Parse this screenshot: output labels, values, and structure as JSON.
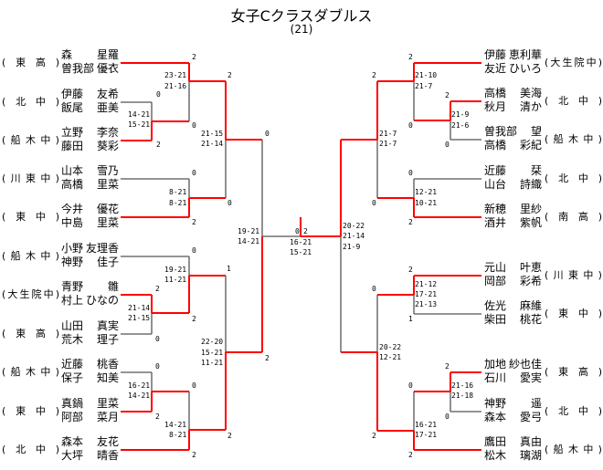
{
  "title": "女子Cクラスダブルス",
  "subtitle": "(21)",
  "colors": {
    "winner_line": "#ff0000",
    "loser_line": "#555555"
  },
  "left_teams": [
    {
      "affiliation": [
        "東",
        "高"
      ],
      "players": [
        [
          "森",
          "星羅"
        ],
        [
          "曽我部",
          "優衣"
        ]
      ]
    },
    {
      "affiliation": [
        "北",
        "中"
      ],
      "players": [
        [
          "伊藤",
          "友希"
        ],
        [
          "飯尾",
          "亜美"
        ]
      ]
    },
    {
      "affiliation": [
        "船",
        "木",
        "中"
      ],
      "players": [
        [
          "立野",
          "李奈"
        ],
        [
          "藤田",
          "葵彩"
        ]
      ]
    },
    {
      "affiliation": [
        "川",
        "東",
        "中"
      ],
      "players": [
        [
          "山本",
          "雪乃"
        ],
        [
          "高橋",
          "里菜"
        ]
      ]
    },
    {
      "affiliation": [
        "東",
        "中"
      ],
      "players": [
        [
          "今井",
          "優花"
        ],
        [
          "中島",
          "里菜"
        ]
      ]
    },
    {
      "affiliation": [
        "船",
        "木",
        "中"
      ],
      "players": [
        [
          "小野",
          "友理香"
        ],
        [
          "神野",
          "佳子"
        ]
      ]
    },
    {
      "affiliation": [
        "大",
        "生",
        "院",
        "中"
      ],
      "players": [
        [
          "青野",
          "雛"
        ],
        [
          "村上",
          "ひなの"
        ]
      ]
    },
    {
      "affiliation": [
        "東",
        "高"
      ],
      "players": [
        [
          "山田",
          "真実"
        ],
        [
          "荒木",
          "理子"
        ]
      ]
    },
    {
      "affiliation": [
        "船",
        "木",
        "中"
      ],
      "players": [
        [
          "近藤",
          "桃香"
        ],
        [
          "保子",
          "知美"
        ]
      ]
    },
    {
      "affiliation": [
        "東",
        "中"
      ],
      "players": [
        [
          "真鍋",
          "里菜"
        ],
        [
          "阿部",
          "菜月"
        ]
      ]
    },
    {
      "affiliation": [
        "北",
        "中"
      ],
      "players": [
        [
          "森本",
          "友花"
        ],
        [
          "大坪",
          "晴香"
        ]
      ]
    }
  ],
  "right_teams": [
    {
      "affiliation": [
        "大",
        "生",
        "院",
        "中"
      ],
      "players": [
        [
          "伊藤",
          "恵利華"
        ],
        [
          "友近",
          "ひいろ"
        ]
      ]
    },
    {
      "affiliation": [
        "北",
        "中"
      ],
      "players": [
        [
          "高橋",
          "美海"
        ],
        [
          "秋月",
          "清か"
        ]
      ]
    },
    {
      "affiliation": [
        "船",
        "木",
        "中"
      ],
      "players": [
        [
          "曽我部",
          "望"
        ],
        [
          "高橋",
          "彩紀"
        ]
      ]
    },
    {
      "affiliation": [
        "北",
        "中"
      ],
      "players": [
        [
          "近藤",
          "栞"
        ],
        [
          "山台",
          "詩織"
        ]
      ]
    },
    {
      "affiliation": [
        "南",
        "高"
      ],
      "players": [
        [
          "新穂",
          "里紗"
        ],
        [
          "酒井",
          "紫帆"
        ]
      ]
    },
    {
      "affiliation": [
        "川",
        "東",
        "中"
      ],
      "players": [
        [
          "元山",
          "叶恵"
        ],
        [
          "岡部",
          "彩希"
        ]
      ]
    },
    {
      "affiliation": [
        "東",
        "中"
      ],
      "players": [
        [
          "佐光",
          "麻維"
        ],
        [
          "柴田",
          "桃花"
        ]
      ]
    },
    {
      "affiliation": [
        "東",
        "高"
      ],
      "players": [
        [
          "加地",
          "紗也佳"
        ],
        [
          "石川",
          "愛実"
        ]
      ]
    },
    {
      "affiliation": [
        "北",
        "中"
      ],
      "players": [
        [
          "神野",
          "遥"
        ],
        [
          "森本",
          "愛弓"
        ]
      ]
    },
    {
      "affiliation": [
        "船",
        "木",
        "中"
      ],
      "players": [
        [
          "鷹田",
          "真由"
        ],
        [
          "松木",
          "璃湖"
        ]
      ]
    }
  ],
  "scores": [
    "2",
    "23-21",
    "21-16",
    "2",
    "0",
    "14-21",
    "15-21",
    "0",
    "2",
    "21-15",
    "21-14",
    "0",
    "0",
    "8-21",
    "8-21",
    "0",
    "2",
    "19-21",
    "14-21",
    "0",
    "19-21",
    "11-21",
    "1",
    "2",
    "21-14",
    "21-15",
    "2",
    "0",
    "22-20",
    "15-21",
    "11-21",
    "2",
    "0",
    "16-21",
    "14-21",
    "0",
    "2",
    "14-21",
    "8-21",
    "2",
    "2",
    "0",
    "2",
    "16-21",
    "15-21",
    "20-22",
    "21-14",
    "21-9",
    "2",
    "2",
    "21-10",
    "21-7",
    "2",
    "21-9",
    "21-6",
    "0",
    "0",
    "21-7",
    "21-7",
    "0",
    "12-21",
    "10-21",
    "0",
    "2",
    "2",
    "0",
    "21-12",
    "17-21",
    "21-13",
    "1",
    "20-22",
    "12-21",
    "2",
    "0",
    "21-16",
    "21-18",
    "0",
    "16-21",
    "17-21",
    "2",
    "2"
  ]
}
